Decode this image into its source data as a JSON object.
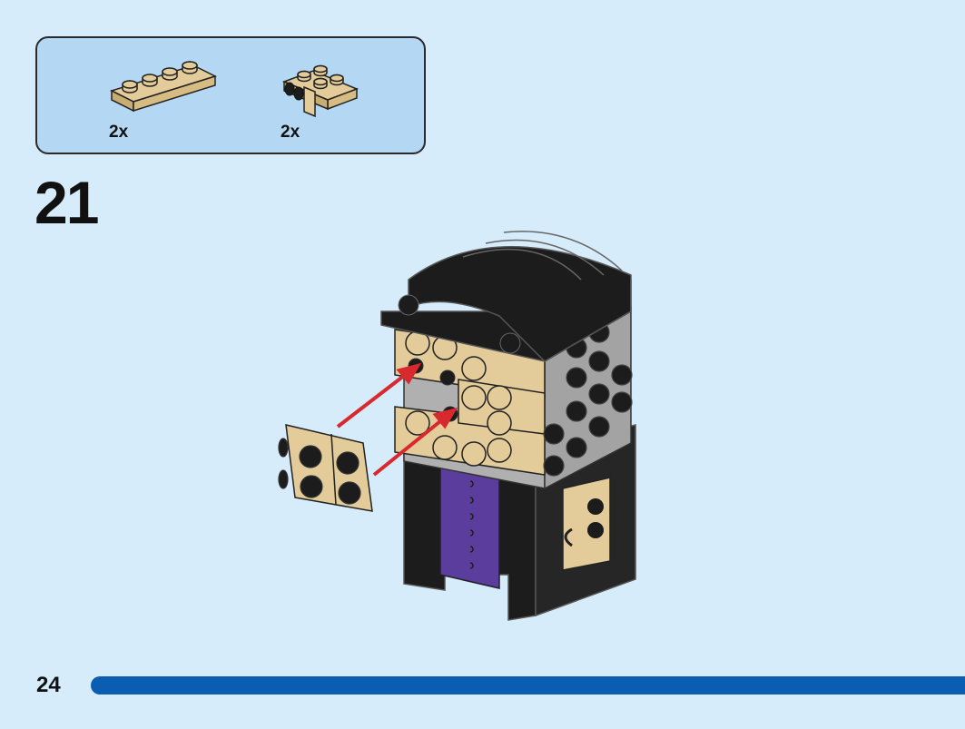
{
  "parts_panel": {
    "parts": [
      {
        "name": "tan-plate-1x4",
        "quantity": "2x",
        "color": "#e3cc9a"
      },
      {
        "name": "tan-bracket-plate-2x2",
        "quantity": "2x",
        "color": "#e3cc9a"
      }
    ]
  },
  "step": {
    "number": "21"
  },
  "footer": {
    "page_number": "24",
    "progress_color": "#0a5db0"
  },
  "colors": {
    "background": "#d6ecfb",
    "panel": "#b4d8f3",
    "tan": "#e3cc9a",
    "black": "#1c1c1c",
    "gray": "#a9a9a9",
    "purple": "#5b3d9e",
    "arrow": "#d8292e"
  },
  "icons": [
    "plate-icon",
    "bracket-icon",
    "minifig-build-icon",
    "arrow-icon"
  ]
}
